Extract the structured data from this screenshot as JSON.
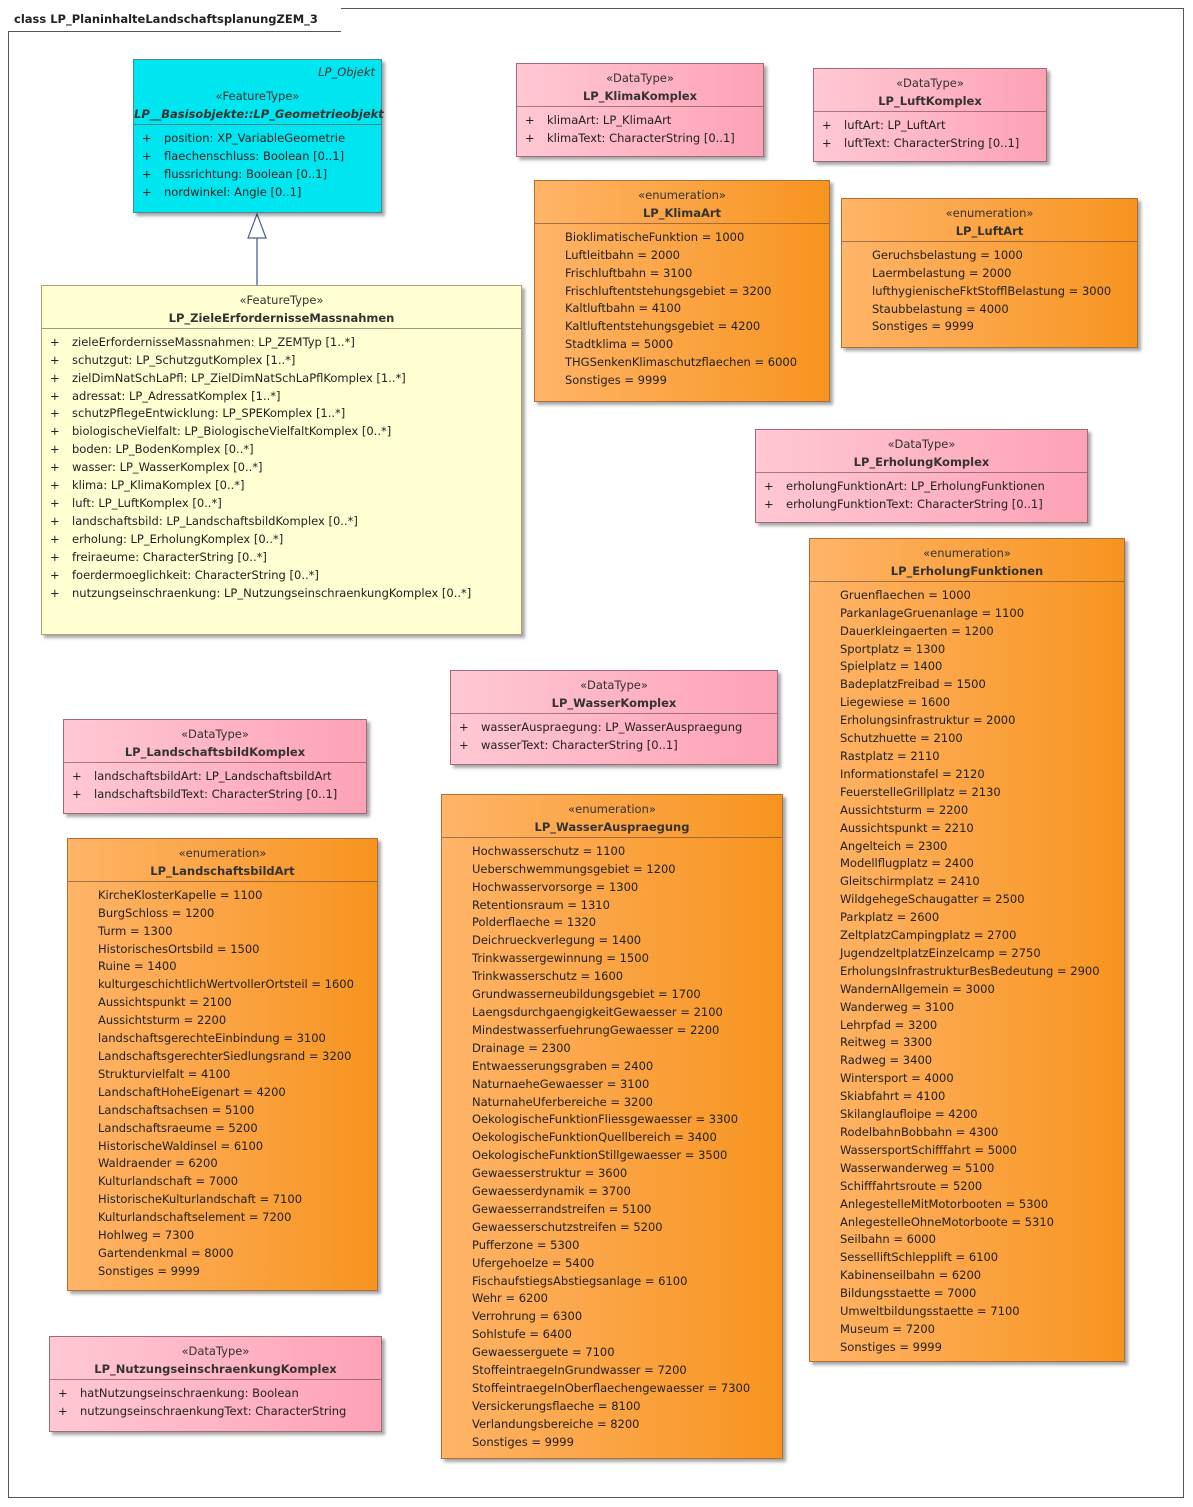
{
  "diagram_title": "class LP_PlaninhalteLandschaftsplanungZEM_3",
  "classes": {
    "geometrieobjekt": {
      "parent_tag": "LP_Objekt",
      "stereotype": "«FeatureType»",
      "name": "LP__Basisobjekte::LP_Geometrieobjekt",
      "attributes": [
        "position: XP_VariableGeometrie",
        "flaechenschluss: Boolean [0..1]",
        "flussrichtung: Boolean [0..1]",
        "nordwinkel: Angle [0..1]"
      ]
    },
    "ziele": {
      "stereotype": "«FeatureType»",
      "name": "LP_ZieleErfordernisseMassnahmen",
      "attributes": [
        "zieleErfordernisseMassnahmen: LP_ZEMTyp [1..*]",
        "schutzgut: LP_SchutzgutKomplex [1..*]",
        "zielDimNatSchLaPfl: LP_ZielDimNatSchLaPflKomplex [1..*]",
        "adressat: LP_AdressatKomplex [1..*]",
        "schutzPflegeEntwicklung: LP_SPEKomplex [1..*]",
        "biologischeVielfalt: LP_BiologischeVielfaltKomplex [0..*]",
        "boden: LP_BodenKomplex [0..*]",
        "wasser: LP_WasserKomplex [0..*]",
        "klima: LP_KlimaKomplex [0..*]",
        "luft: LP_LuftKomplex [0..*]",
        "landschaftsbild: LP_LandschaftsbildKomplex [0..*]",
        "erholung: LP_ErholungKomplex [0..*]",
        "freiraeume: CharacterString [0..*]",
        "foerdermoeglichkeit: CharacterString [0..*]",
        "nutzungseinschraenkung: LP_NutzungseinschraenkungKomplex [0..*]"
      ]
    },
    "klimakomplex": {
      "stereotype": "«DataType»",
      "name": "LP_KlimaKomplex",
      "attributes": [
        "klimaArt: LP_KlimaArt",
        "klimaText: CharacterString [0..1]"
      ]
    },
    "luftkomplex": {
      "stereotype": "«DataType»",
      "name": "LP_LuftKomplex",
      "attributes": [
        "luftArt: LP_LuftArt",
        "luftText: CharacterString [0..1]"
      ]
    },
    "klimaart": {
      "stereotype": "«enumeration»",
      "name": "LP_KlimaArt",
      "literals": [
        "BioklimatischeFunktion = 1000",
        "Luftleitbahn = 2000",
        "Frischluftbahn = 3100",
        "Frischluftentstehungsgebiet = 3200",
        "Kaltluftbahn = 4100",
        "Kaltluftentstehungsgebiet = 4200",
        "Stadtklima = 5000",
        "THGSenkenKlimaschutzflaechen = 6000",
        "Sonstiges = 9999"
      ]
    },
    "luftart": {
      "stereotype": "«enumeration»",
      "name": "LP_LuftArt",
      "literals": [
        "Geruchsbelastung = 1000",
        "Laermbelastung = 2000",
        "lufthygienischeFktStofflBelastung = 3000",
        "Staubbelastung = 4000",
        "Sonstiges = 9999"
      ]
    },
    "erholungkomplex": {
      "stereotype": "«DataType»",
      "name": "LP_ErholungKomplex",
      "attributes": [
        "erholungFunktionArt: LP_ErholungFunktionen",
        "erholungFunktionText: CharacterString [0..1]"
      ]
    },
    "erholungfunktionen": {
      "stereotype": "«enumeration»",
      "name": "LP_ErholungFunktionen",
      "literals": [
        "Gruenflaechen = 1000",
        "ParkanlageGruenanlage = 1100",
        "Dauerkleingaerten = 1200",
        "Sportplatz = 1300",
        "Spielplatz = 1400",
        "BadeplatzFreibad = 1500",
        "Liegewiese = 1600",
        "Erholungsinfrastruktur = 2000",
        "Schutzhuette = 2100",
        "Rastplatz = 2110",
        "Informationstafel = 2120",
        "FeuerstelleGrillplatz = 2130",
        "Aussichtsturm = 2200",
        "Aussichtspunkt = 2210",
        "Angelteich = 2300",
        "Modellflugplatz = 2400",
        "Gleitschirmplatz = 2410",
        "WildgehegeSchaugatter = 2500",
        "Parkplatz = 2600",
        "ZeltplatzCampingplatz = 2700",
        "JugendzeltplatzEinzelcamp = 2750",
        "ErholungsInfrastrukturBesBedeutung = 2900",
        "WandernAllgemein = 3000",
        "Wanderweg = 3100",
        "Lehrpfad = 3200",
        "Reitweg = 3300",
        "Radweg = 3400",
        "Wintersport = 4000",
        "Skiabfahrt = 4100",
        "Skilanglaufloipe = 4200",
        "RodelbahnBobbahn = 4300",
        "WassersportSchifffahrt = 5000",
        "Wasserwanderweg = 5100",
        "Schifffahrtsroute = 5200",
        "AnlegestelleMitMotorbooten = 5300",
        "AnlegestelleOhneMotorboote = 5310",
        "Seilbahn = 6000",
        "SesselliftSchlepplift = 6100",
        "Kabinenseilbahn = 6200",
        "Bildungsstaette = 7000",
        "Umweltbildungsstaette = 7100",
        "Museum = 7200",
        "Sonstiges = 9999"
      ]
    },
    "wasserkomplex": {
      "stereotype": "«DataType»",
      "name": "LP_WasserKomplex",
      "attributes": [
        "wasserAuspraegung: LP_WasserAuspraegung",
        "wasserText: CharacterString [0..1]"
      ]
    },
    "wasserauspraegung": {
      "stereotype": "«enumeration»",
      "name": "LP_WasserAuspraegung",
      "literals": [
        "Hochwasserschutz = 1100",
        "Ueberschwemmungsgebiet = 1200",
        "Hochwasservorsorge = 1300",
        "Retentionsraum = 1310",
        "Polderflaeche = 1320",
        "Deichrueckverlegung = 1400",
        "Trinkwassergewinnung = 1500",
        "Trinkwasserschutz = 1600",
        "Grundwasserneubildungsgebiet = 1700",
        "LaengsdurchgaengigkeitGewaesser = 2100",
        "MindestwasserfuehrungGewaesser = 2200",
        "Drainage = 2300",
        "Entwaesserungsgraben = 2400",
        "NaturnaeheGewaesser = 3100",
        "NaturnaheUferbereiche = 3200",
        "OekologischeFunktionFliessgewaesser = 3300",
        "OekologischeFunktionQuellbereich = 3400",
        "OekologischeFunktionStillgewaesser = 3500",
        "Gewaesserstruktur = 3600",
        "Gewaesserdynamik = 3700",
        "Gewaesserrandstreifen = 5100",
        "Gewaesserschutzstreifen = 5200",
        "Pufferzone = 5300",
        "Ufergehoelze = 5400",
        "FischaufstiegsAbstiegsanlage = 6100",
        "Wehr = 6200",
        "Verrohrung = 6300",
        "Sohlstufe = 6400",
        "Gewaesserguete = 7100",
        "StoffeintraegeInGrundwasser = 7200",
        "StoffeintraegeInOberflaechengewaesser = 7300",
        "Versickerungsflaeche = 8100",
        "Verlandungsbereiche = 8200",
        "Sonstiges = 9999"
      ]
    },
    "landschaftsbildkomplex": {
      "stereotype": "«DataType»",
      "name": "LP_LandschaftsbildKomplex",
      "attributes": [
        "landschaftsbildArt: LP_LandschaftsbildArt",
        "landschaftsbildText: CharacterString [0..1]"
      ]
    },
    "landschaftsbildart": {
      "stereotype": "«enumeration»",
      "name": "LP_LandschaftsbildArt",
      "literals": [
        "KircheKlosterKapelle = 1100",
        "BurgSchloss = 1200",
        "Turm = 1300",
        "HistorischesOrtsbild = 1500",
        "Ruine = 1400",
        "kulturgeschichtlichWertvollerOrtsteil = 1600",
        "Aussichtspunkt = 2100",
        "Aussichtsturm = 2200",
        "landschaftsgerechteEinbindung = 3100",
        "LandschaftsgerechterSiedlungsrand = 3200",
        "Strukturvielfalt = 4100",
        "LandschaftHoheEigenart = 4200",
        "Landschaftsachsen = 5100",
        "Landschaftsraeume = 5200",
        "HistorischeWaldinsel = 6100",
        "Waldraender = 6200",
        "Kulturlandschaft = 7000",
        "HistorischeKulturlandschaft = 7100",
        "Kulturlandschaftselement = 7200",
        "Hohlweg = 7300",
        "Gartendenkmal = 8000",
        "Sonstiges = 9999"
      ]
    },
    "nutzungskomplex": {
      "stereotype": "«DataType»",
      "name": "LP_NutzungseinschraenkungKomplex",
      "attributes": [
        "hatNutzungseinschraenkung: Boolean",
        "nutzungseinschraenkungText: CharacterString"
      ]
    }
  },
  "plus_symbol": "+"
}
